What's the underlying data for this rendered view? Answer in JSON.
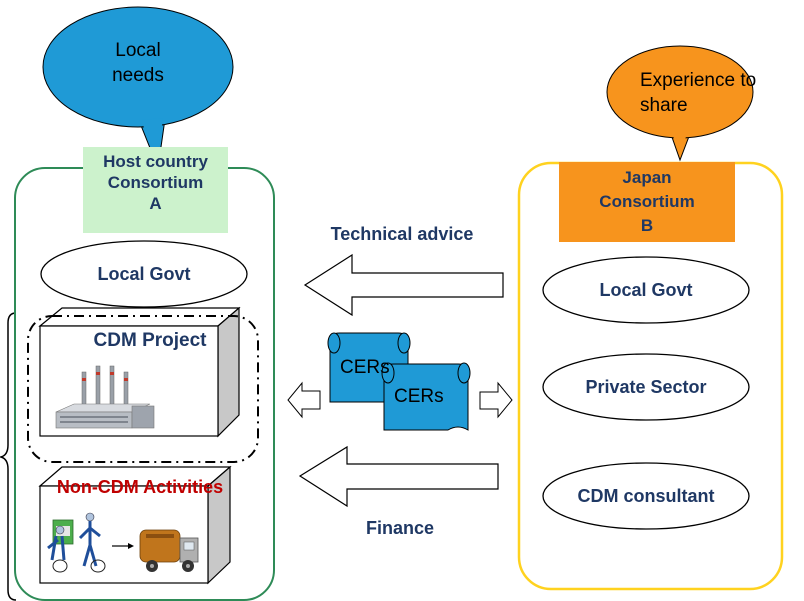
{
  "bubbles": {
    "local_needs": {
      "line1": "Local",
      "line2": "needs",
      "color": "#1f9ad6"
    },
    "experience": {
      "line1": "Experience to",
      "line2": "share",
      "color": "#f7941d"
    }
  },
  "host": {
    "title_line1": "Host country",
    "title_line2": "Consortium",
    "title_line3": "A",
    "title_bg": "#ccf2cc",
    "border_color": "#2e8b57",
    "local_govt": "Local Govt",
    "cdm_project": "CDM Project",
    "non_cdm": "Non-CDM Activities",
    "non_cdm_color": "#c00000"
  },
  "japan": {
    "title_line1": "Japan",
    "title_line2": "Consortium",
    "title_line3": "B",
    "title_bg": "#f7941d",
    "border_color": "#ffd21f",
    "local_govt": "Local Govt",
    "private_sector": "Private Sector",
    "cdm_consultant": "CDM consultant"
  },
  "flows": {
    "technical_advice": "Technical advice",
    "finance": "Finance",
    "cers_1": "CERs",
    "cers_2": "CERs",
    "scroll_color": "#1f9ad6"
  },
  "icons": {
    "factory": "factory-icon",
    "waste_collection": "waste-collection-icon",
    "garbage_truck": "garbage-truck-icon"
  }
}
